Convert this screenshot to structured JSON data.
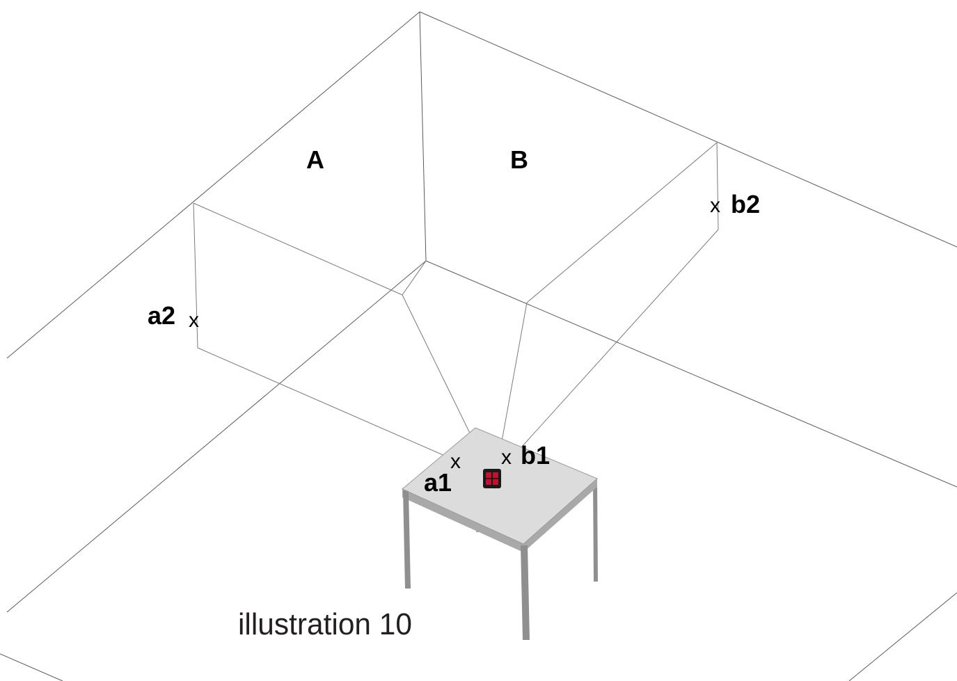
{
  "labels": {
    "wall_a": "A",
    "wall_b": "B",
    "point_a2": "a2",
    "point_b2": "b2",
    "point_a1": "a1",
    "point_b1": "b1",
    "mark": "x"
  },
  "caption": "illustration 10",
  "device": {
    "icon": "cross-line-laser-icon",
    "color": "#c8102e"
  },
  "colors": {
    "lines": "#5a5a5a",
    "table_top": "#dcdcdc",
    "table_legs": "#8f8f8f"
  }
}
